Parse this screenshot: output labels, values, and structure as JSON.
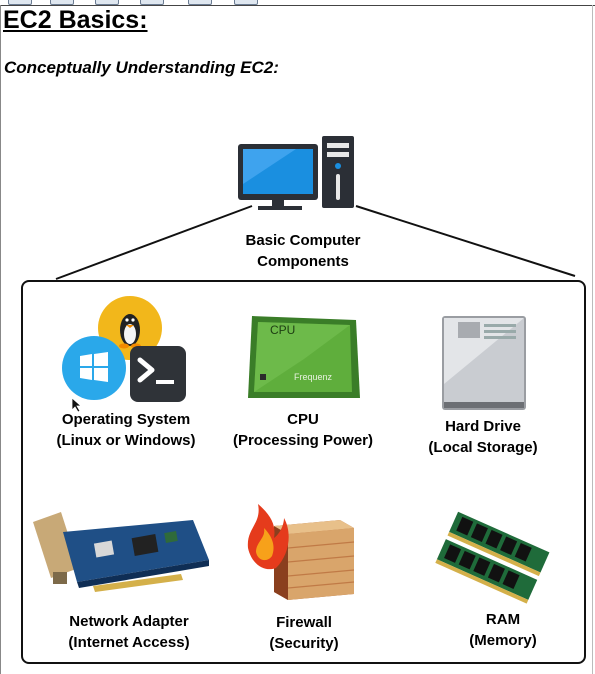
{
  "heading": "EC2 Basics:",
  "subheading": "Conceptually Understanding EC2:",
  "computer": {
    "label_line1": "Basic Computer",
    "label_line2": "Components"
  },
  "components": {
    "os": {
      "line1": "Operating System",
      "line2": "(Linux or Windows)",
      "icon": "operating-system-icon"
    },
    "cpu": {
      "line1": "CPU",
      "line2": "(Processing Power)",
      "chip_text": "CPU",
      "chip_brand": "Frequenz",
      "icon": "cpu-icon"
    },
    "hdd": {
      "line1": "Hard Drive",
      "line2": "(Local Storage)",
      "icon": "hard-drive-icon"
    },
    "network": {
      "line1": "Network Adapter",
      "line2": "(Internet Access)",
      "icon": "network-card-icon"
    },
    "firewall": {
      "line1": "Firewall",
      "line2": "(Security)",
      "icon": "firewall-icon"
    },
    "ram": {
      "line1": "RAM",
      "line2": "(Memory)",
      "icon": "ram-icon"
    }
  },
  "colors": {
    "monitor": "#1a8fe0",
    "tower": "#2b2f36",
    "linux_badge": "#f2b71b",
    "windows_badge": "#2aa8ea",
    "cpu_green": "#5fae3c",
    "pcb_green": "#1f6b3a"
  }
}
